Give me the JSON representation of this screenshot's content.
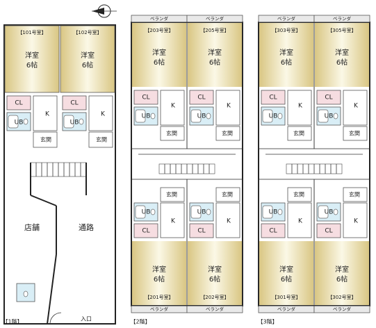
{
  "labels": {
    "youshitsu": "洋室",
    "size": "6帖",
    "closet": "CL",
    "bath": "UB",
    "kitchen": "K",
    "entrance": "玄関",
    "balcony": "ベランダ",
    "shop": "店舗",
    "passage": "通路",
    "entry": "入口"
  },
  "floors": {
    "f1": "【1階】",
    "f2": "【2階】",
    "f3": "【3階】"
  },
  "rooms": {
    "r101": "【101号室】",
    "r102": "【102号室】",
    "r203": "【203号室】",
    "r205": "【205号室】",
    "r201": "【201号室】",
    "r202": "【202号室】",
    "r303": "【303号室】",
    "r305": "【305号室】",
    "r301": "【301号室】",
    "r302": "【302号室】"
  },
  "colors": {
    "room_center": "#f8f3dc",
    "room_edge": "#d9c683",
    "closet": "#f6dde1",
    "bath": "#d9eef6"
  },
  "icons": {
    "north_arrow": "compass-north-icon"
  }
}
